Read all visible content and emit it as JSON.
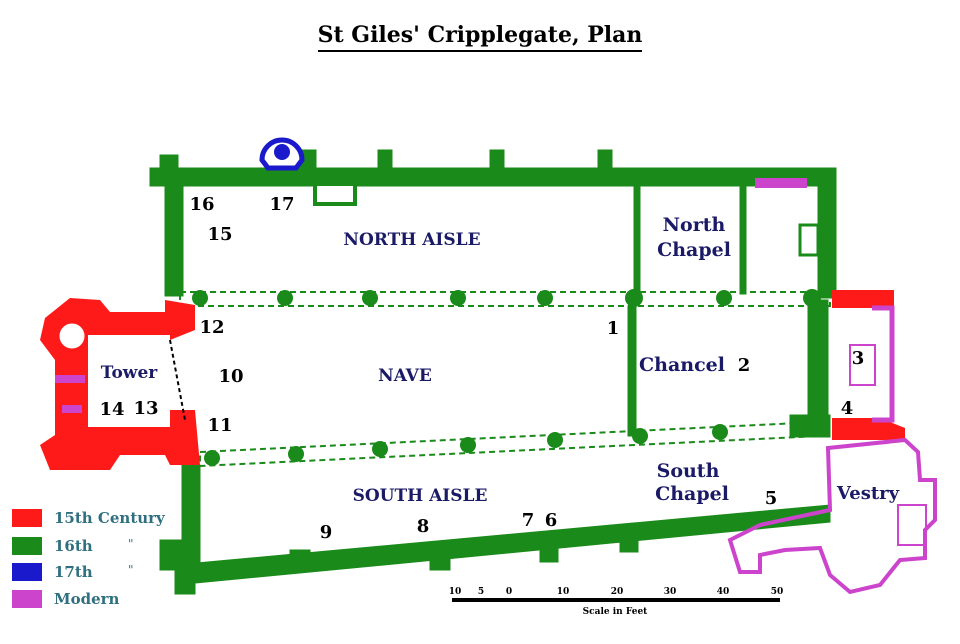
{
  "title": "St Giles' Cripplegate, Plan",
  "colors": {
    "c15": "#ff1a1a",
    "c16": "#1a8a1a",
    "c17": "#1a1acc",
    "modern": "#cc44cc",
    "room_text": "#1a1a66",
    "legend_text": "#2f6f7f"
  },
  "rooms": {
    "north_aisle": "NORTH AISLE",
    "north_chapel_1": "North",
    "north_chapel_2": "Chapel",
    "nave": "NAVE",
    "chancel": "Chancel",
    "tower": "Tower",
    "south_aisle": "SOUTH AISLE",
    "south_chapel_1": "South",
    "south_chapel_2": "Chapel",
    "vestry": "Vestry"
  },
  "numbers": {
    "n1": "1",
    "n2": "2",
    "n3": "3",
    "n4": "4",
    "n5": "5",
    "n6": "6",
    "n7": "7",
    "n8": "8",
    "n9": "9",
    "n10": "10",
    "n11": "11",
    "n12": "12",
    "n13": "13",
    "n14": "14",
    "n15": "15",
    "n16": "16",
    "n17": "17"
  },
  "legend": [
    {
      "label": "15th Century",
      "color": "#ff1a1a",
      "ditto": ""
    },
    {
      "label": "16th",
      "color": "#1a8a1a",
      "ditto": "\""
    },
    {
      "label": "17th",
      "color": "#1a1acc",
      "ditto": "\""
    },
    {
      "label": "Modern",
      "color": "#cc44cc",
      "ditto": ""
    }
  ],
  "scale": {
    "ticks": [
      "10",
      "5",
      "0",
      "10",
      "20",
      "30",
      "40",
      "50"
    ],
    "label": "Scale in Feet"
  }
}
